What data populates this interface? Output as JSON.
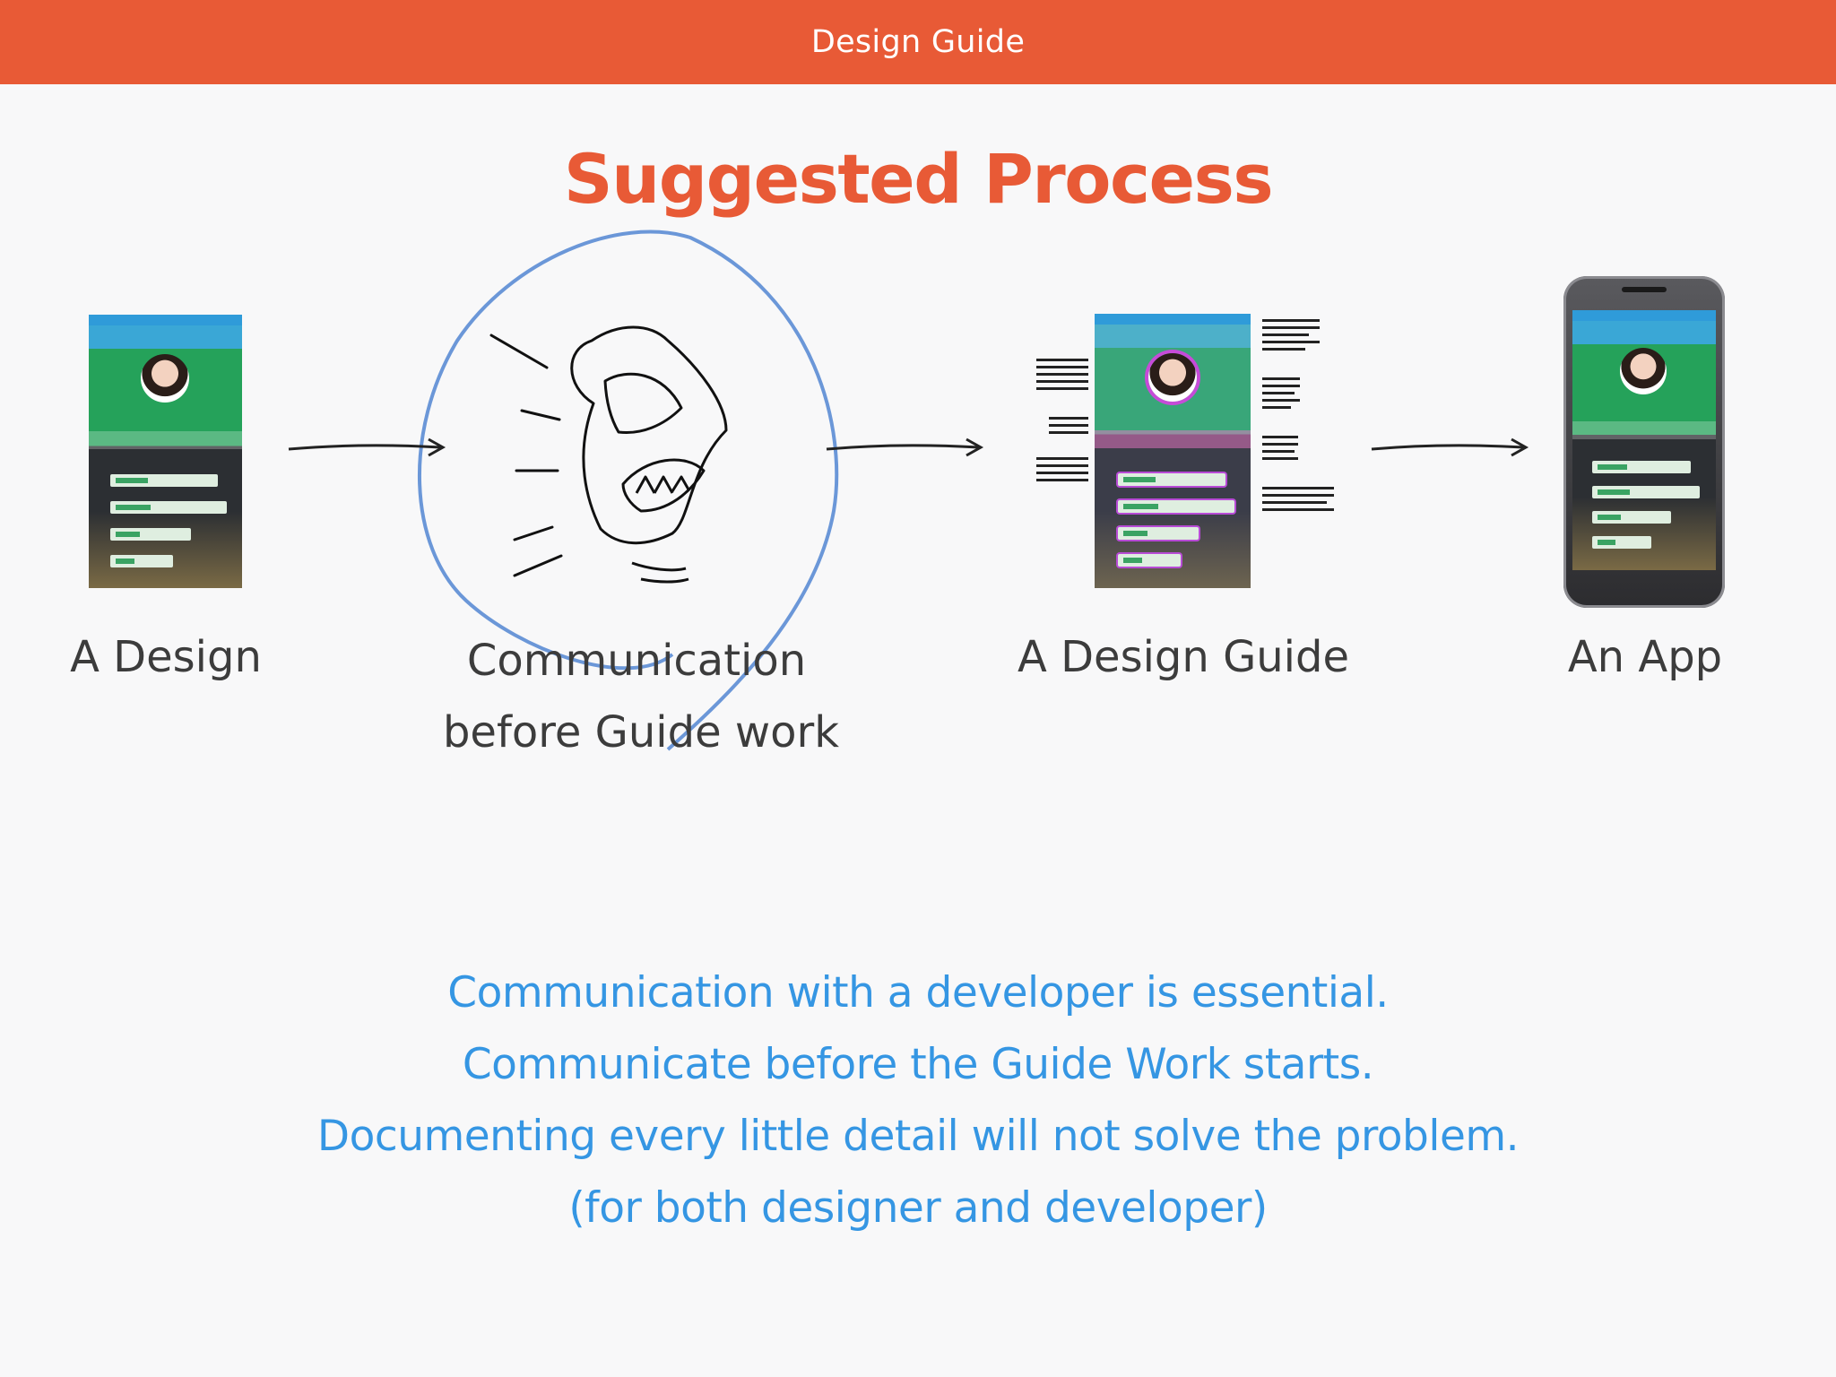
{
  "header": {
    "title": "Design Guide"
  },
  "page": {
    "title": "Suggested Process"
  },
  "steps": [
    {
      "label": "A Design",
      "image": "app-screen-design"
    },
    {
      "label_line1": "Communication",
      "label_line2": "before Guide work",
      "image": "mouth-sketch-icon"
    },
    {
      "label": "A Design Guide",
      "image": "annotated-design-guide"
    },
    {
      "label": "An App",
      "image": "smartphone-app"
    }
  ],
  "arrows": [
    "arrow-right-icon",
    "arrow-right-icon",
    "arrow-right-icon"
  ],
  "captions": [
    "Communication with a developer is essential.",
    "Communicate before the Guide Work starts.",
    "Documenting every little detail will not solve the problem.",
    "(for both designer and developer)"
  ],
  "colors": {
    "accent": "#e85a36",
    "caption": "#3596e3",
    "highlight_circle": "#6b97d8"
  }
}
